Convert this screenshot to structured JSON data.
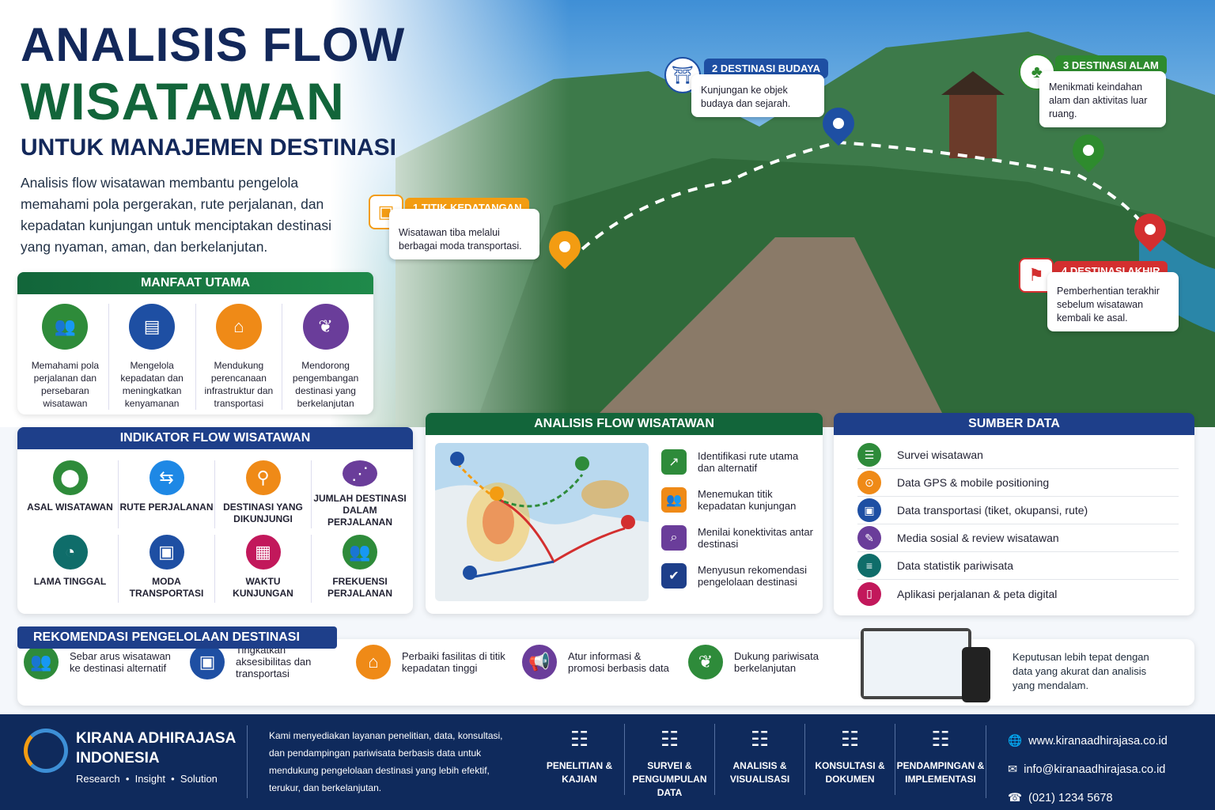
{
  "title": {
    "line1": "ANALISIS FLOW",
    "line2": "WISATAWAN",
    "line3": "UNTUK MANAJEMEN DESTINASI"
  },
  "intro": "Analisis flow wisatawan membantu pengelola memahami pola pergerakan, rute perjalanan, dan kepadatan kunjungan untuk menciptakan destinasi yang nyaman, aman, dan berkelanjutan.",
  "stops": [
    {
      "label": "1 TITIK KEDATANGAN",
      "text": "Wisatawan tiba melalui berbagai moda transportasi.",
      "color": "#f39c12"
    },
    {
      "label": "2 DESTINASI BUDAYA",
      "text": "Kunjungan ke objek budaya dan sejarah.",
      "color": "#1e4fa3"
    },
    {
      "label": "3 DESTINASI ALAM",
      "text": "Menikmati keindahan alam dan aktivitas luar ruang.",
      "color": "#2e8b2e"
    },
    {
      "label": "4 DESTINASI AKHIR",
      "text": "Pemberhentian terakhir sebelum wisatawan kembali ke asal.",
      "color": "#d32f2f"
    }
  ],
  "manfaat": {
    "title": "MANFAAT UTAMA",
    "items": [
      {
        "text": "Memahami pola perjalanan dan persebaran wisatawan",
        "icon": "people-icon",
        "color": "#2e8b3a"
      },
      {
        "text": "Mengelola kepadatan dan meningkatkan kenyamanan",
        "icon": "chart-icon",
        "color": "#1e4fa3"
      },
      {
        "text": "Mendukung perencanaan infrastruktur dan transportasi",
        "icon": "building-icon",
        "color": "#ef8a17"
      },
      {
        "text": "Mendorong pengembangan destinasi yang berkelanjutan",
        "icon": "leaf-icon",
        "color": "#6a3d9a"
      }
    ]
  },
  "indikator": {
    "title": "INDIKATOR FLOW WISATAWAN",
    "items": [
      {
        "text": "ASAL WISATAWAN",
        "icon": "pin-icon",
        "color": "#2e8b3a"
      },
      {
        "text": "RUTE PERJALANAN",
        "icon": "signpost-icon",
        "color": "#1e88e5"
      },
      {
        "text": "DESTINASI YANG DIKUNJUNGI",
        "icon": "route-icon",
        "color": "#ef8a17"
      },
      {
        "text": "JUMLAH DESTINASI DALAM PERJALANAN",
        "icon": "share-icon",
        "color": "#6a3d9a"
      },
      {
        "text": "LAMA TINGGAL",
        "icon": "clock-icon",
        "color": "#0f6d6a"
      },
      {
        "text": "MODA TRANSPORTASI",
        "icon": "bus-icon",
        "color": "#1e4fa3"
      },
      {
        "text": "WAKTU KUNJUNGAN",
        "icon": "calendar-icon",
        "color": "#c2185b"
      },
      {
        "text": "FREKUENSI PERJALANAN",
        "icon": "group-icon",
        "color": "#2e8b3a"
      }
    ]
  },
  "analisis": {
    "title": "ANALISIS FLOW WISATAWAN",
    "items": [
      {
        "text": "Identifikasi rute utama dan alternatif",
        "icon": "chart-up-icon",
        "color": "#2e8b3a"
      },
      {
        "text": "Menemukan titik kepadatan kunjungan",
        "icon": "crowd-icon",
        "color": "#ef8a17"
      },
      {
        "text": "Menilai konektivitas antar destinasi",
        "icon": "magnifier-icon",
        "color": "#6a3d9a"
      },
      {
        "text": "Menyusun rekomendasi pengelolaan destinasi",
        "icon": "checklist-icon",
        "color": "#1e3f8a"
      }
    ]
  },
  "sumber": {
    "title": "SUMBER DATA",
    "items": [
      {
        "text": "Survei wisatawan",
        "icon": "clipboard-icon",
        "color": "#2e8b3a"
      },
      {
        "text": "Data GPS & mobile positioning",
        "icon": "gps-icon",
        "color": "#ef8a17"
      },
      {
        "text": "Data transportasi (tiket, okupansi, rute)",
        "icon": "bus-icon",
        "color": "#1e4fa3"
      },
      {
        "text": "Media sosial & review wisatawan",
        "icon": "chat-icon",
        "color": "#6a3d9a"
      },
      {
        "text": "Data statistik pariwisata",
        "icon": "database-icon",
        "color": "#0f6d6a"
      },
      {
        "text": "Aplikasi perjalanan & peta digital",
        "icon": "phone-icon",
        "color": "#c2185b"
      }
    ]
  },
  "rekomendasi": {
    "title": "REKOMENDASI PENGELOLAAN DESTINASI",
    "items": [
      {
        "text": "Sebar arus wisatawan ke destinasi alternatif",
        "icon": "people-icon",
        "color": "#2e8b3a"
      },
      {
        "text": "Tingkatkan aksesibilitas dan transportasi",
        "icon": "bus-icon",
        "color": "#1e4fa3"
      },
      {
        "text": "Perbaiki fasilitas di titik kepadatan tinggi",
        "icon": "building-icon",
        "color": "#ef8a17"
      },
      {
        "text": "Atur informasi & promosi berbasis data",
        "icon": "megaphone-icon",
        "color": "#6a3d9a"
      },
      {
        "text": "Dukung pariwisata berkelanjutan",
        "icon": "leaf-icon",
        "color": "#2e8b3a"
      }
    ],
    "closing": "Keputusan lebih tepat dengan data yang akurat dan analisis yang mendalam."
  },
  "footer": {
    "company1": "KIRANA ADHIRAJASA",
    "company2": "INDONESIA",
    "tagline": "Research  •  Insight  •  Solution",
    "desc": "Kami menyediakan layanan penelitian, data, konsultasi, dan pendampingan pariwisata berbasis data untuk mendukung pengelolaan destinasi yang lebih efektif, terukur, dan berkelanjutan.",
    "services": [
      "PENELITIAN & KAJIAN",
      "SURVEI & PENGUMPULAN DATA",
      "ANALISIS & VISUALISASI",
      "KONSULTASI & DOKUMEN",
      "PENDAMPINGAN & IMPLEMENTASI"
    ],
    "web": "www.kiranaadhirajasa.co.id",
    "email": "info@kiranaadhirajasa.co.id",
    "phone": "(021) 1234 5678"
  }
}
